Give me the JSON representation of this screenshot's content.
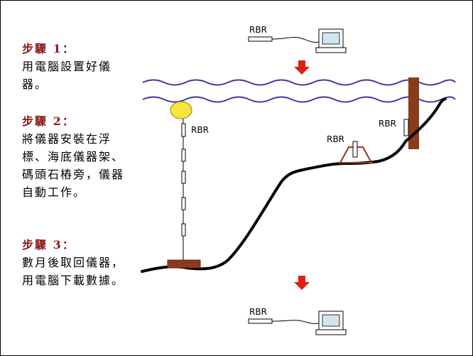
{
  "steps": [
    {
      "title": "步驟 1：",
      "text": "用電腦設置好儀器。"
    },
    {
      "title": "步驟 2：",
      "text": "將儀器安裝在浮標、海底儀器架、碼頭石樁旁，儀器自動工作。"
    },
    {
      "title": "步驟 3：",
      "text": "數月後取回儀器，用電腦下載數據。"
    }
  ],
  "diagram": {
    "top_logger_label": "RBR",
    "buoy_logger_label": "RBR",
    "frame_logger_label": "RBR",
    "pier_logger_label": "RBR",
    "bottom_logger_label": "RBR"
  },
  "colors": {
    "step_title": "#8b1a1a",
    "wave": "#3a3aa0",
    "arrow": "#e01e14",
    "buoy": "#f5e63c",
    "pier": "#8b3a1e",
    "seabed": "#000000"
  }
}
